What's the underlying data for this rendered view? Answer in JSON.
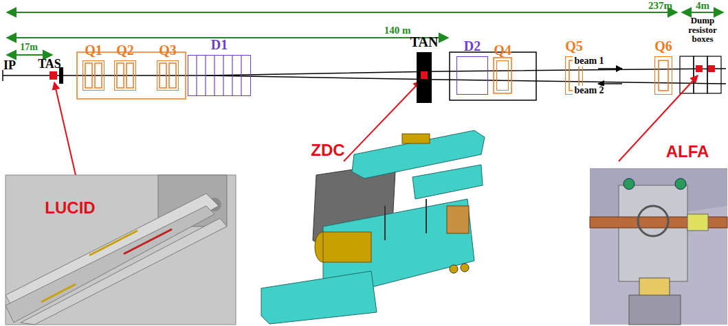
{
  "diagram": {
    "nodes": [
      {
        "text": [
          "Q1"
        ]
      },
      {
        "text": [
          "Q2"
        ]
      },
      {
        "text": [
          "Q3"
        ]
      },
      {
        "text": [
          "D1"
        ]
      },
      {
        "text": [
          "TAN"
        ]
      },
      {
        "text": [
          "D2"
        ]
      },
      {
        "text": [
          "Q4"
        ]
      },
      {
        "text": [
          "Q5"
        ]
      },
      {
        "text": [
          "Q6"
        ]
      }
    ],
    "labels": [
      "237m",
      "4m",
      "140 m",
      "17m",
      "IP",
      "TAS",
      "Dump resistor boxes",
      "beam 1",
      "beam 2",
      "LUCID",
      "ZDC",
      "ALFA"
    ]
  }
}
